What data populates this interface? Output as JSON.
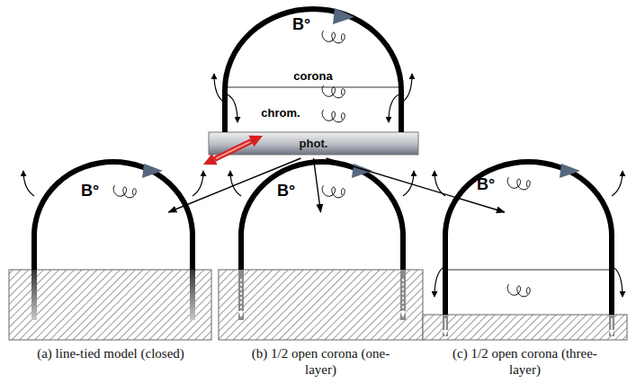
{
  "diagram": {
    "nodes": [
      {
        "text": [
          "phot."
        ]
      },
      {
        "text": [
          "(a) line-tied model (closed)"
        ]
      },
      {
        "text": [
          "(b) 1/2 open corona (one-layer)"
        ]
      },
      {
        "text": [
          "(c) 1/2 open corona (three-layer)"
        ]
      }
    ],
    "edges": [
      {
        "from": 0,
        "to": 1,
        "arrow": "to"
      },
      {
        "from": 0,
        "to": 2,
        "arrow": "to"
      },
      {
        "from": 0,
        "to": 3,
        "arrow": "to"
      }
    ],
    "labels": [
      "B°",
      "corona",
      "chrom.",
      "B°",
      "B°",
      "B°"
    ]
  }
}
